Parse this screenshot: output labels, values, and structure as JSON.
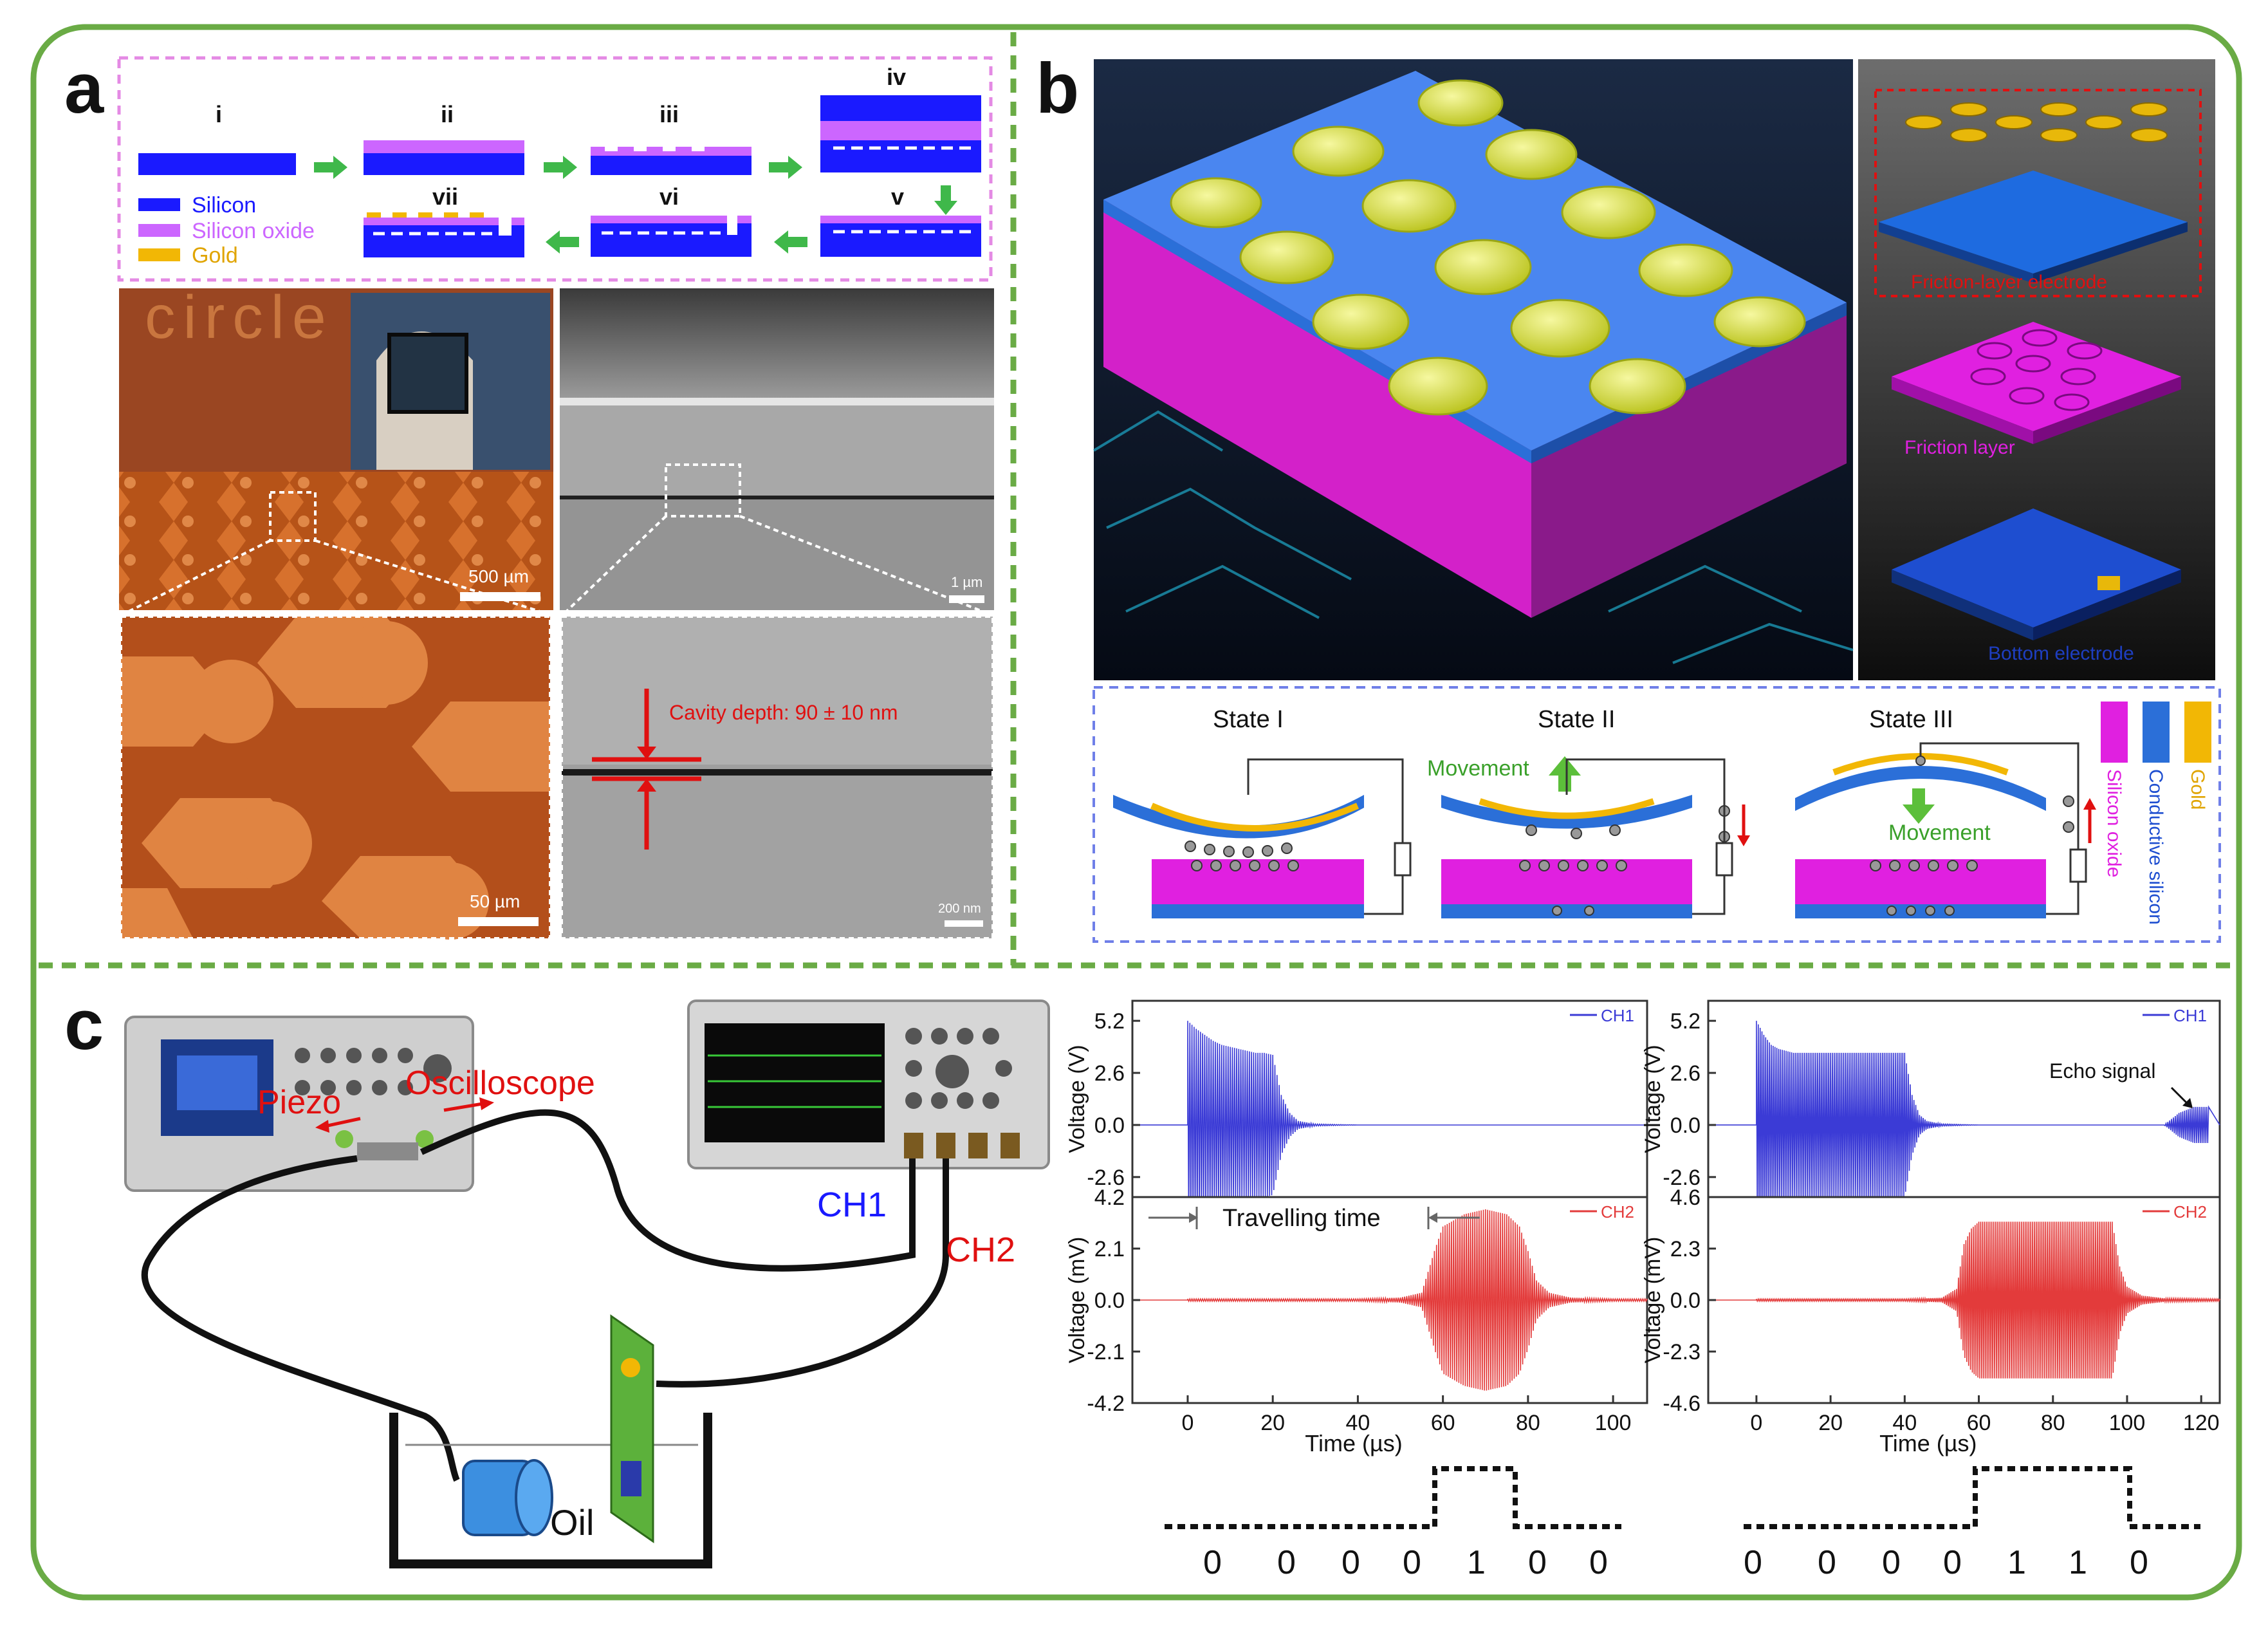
{
  "panel_labels": {
    "a": "a",
    "b": "b",
    "c": "c"
  },
  "colors": {
    "frame_green": "#6aab45",
    "silicon": "#1a1aff",
    "silicon_oxide": "#cc66ff",
    "gold": "#f2b705",
    "ch1": "#3b3bd6",
    "ch2": "#e33b3b",
    "annotation_red": "#e01010",
    "magenta_layer": "#e020e0",
    "blue_layer": "#1e56c8"
  },
  "panel_a": {
    "process_steps": [
      "i",
      "ii",
      "iii",
      "iv",
      "v",
      "vi",
      "vii"
    ],
    "legend": [
      "Silicon",
      "Silicon oxide",
      "Gold"
    ],
    "photo_text": "circle",
    "scale_bars": {
      "optical_top": "500 µm",
      "optical_zoom": "50 µm",
      "sem_top": "1 µm",
      "sem_zoom": "200 nm"
    },
    "cavity_label": "Cavity depth: 90 ± 10 nm"
  },
  "panel_b": {
    "exploded_labels": [
      "Friction-layer electrode",
      "Friction layer",
      "Bottom electrode"
    ],
    "states": [
      "State I",
      "State II",
      "State III"
    ],
    "movement": "Movement",
    "legend_vertical": [
      "Silicon oxide",
      "Conductive silicon",
      "Gold"
    ]
  },
  "panel_c": {
    "labels": {
      "piezo": "Piezo",
      "oscilloscope": "Oscilloscope",
      "ch1": "CH1",
      "ch2": "CH2",
      "oil": "Oil"
    },
    "travelling_time": "Travelling time",
    "echo_signal": "Echo signal",
    "bits_left": [
      "0",
      "0",
      "0",
      "0",
      "1",
      "0",
      "0"
    ],
    "bits_right": [
      "0",
      "0",
      "0",
      "0",
      "1",
      "1",
      "0"
    ]
  },
  "chart_data": [
    {
      "type": "line",
      "name": "left-ch1",
      "ylabel": "Voltage (V)",
      "legend": "CH1",
      "x": [
        0,
        2,
        4,
        6,
        8,
        10,
        12,
        14,
        16,
        18,
        20,
        22,
        24,
        26,
        30,
        40,
        60,
        80,
        100,
        108
      ],
      "y_envelope": [
        5.2,
        4.8,
        4.5,
        4.2,
        4.0,
        3.9,
        3.8,
        3.7,
        3.6,
        3.6,
        3.5,
        1.5,
        0.6,
        0.2,
        0.05,
        0,
        0,
        0,
        0,
        0
      ],
      "xlim": [
        -13,
        108
      ],
      "ylim": [
        -3.6,
        6.2
      ],
      "yticks": [
        "5.2",
        "2.6",
        "0.0",
        "-2.6"
      ],
      "ytick_values": [
        5.2,
        2.6,
        0.0,
        -2.6
      ]
    },
    {
      "type": "line",
      "name": "left-ch2",
      "xlabel": "Time (µs)",
      "ylabel": "Voltage (mV)",
      "legend": "CH2",
      "x": [
        0,
        40,
        50,
        55,
        58,
        60,
        65,
        70,
        75,
        78,
        80,
        82,
        85,
        90,
        100,
        108
      ],
      "y_envelope": [
        0.05,
        0.05,
        0.1,
        0.3,
        2.0,
        3.0,
        3.5,
        3.7,
        3.5,
        3.0,
        2.0,
        0.8,
        0.3,
        0.1,
        0.05,
        0.05
      ],
      "xlim": [
        -13,
        108
      ],
      "ylim": [
        -4.2,
        4.2
      ],
      "xticks": [
        "0",
        "20",
        "40",
        "60",
        "80",
        "100"
      ],
      "xtick_values": [
        0,
        20,
        40,
        60,
        80,
        100
      ],
      "yticks": [
        "4.2",
        "2.1",
        "0.0",
        "-2.1",
        "-4.2"
      ],
      "ytick_values": [
        4.2,
        2.1,
        0.0,
        -2.1,
        -4.2
      ]
    },
    {
      "type": "line",
      "name": "right-ch1",
      "ylabel": "Voltage (V)",
      "legend": "CH1",
      "x": [
        0,
        2,
        4,
        6,
        8,
        10,
        20,
        30,
        40,
        42,
        44,
        46,
        50,
        60,
        110,
        114,
        118,
        122
      ],
      "y_envelope": [
        5.2,
        4.5,
        4.0,
        3.8,
        3.7,
        3.6,
        3.6,
        3.6,
        3.6,
        1.5,
        0.5,
        0.2,
        0.05,
        0,
        0,
        0.6,
        0.9,
        0.9
      ],
      "xlim": [
        -13,
        125
      ],
      "ylim": [
        -3.6,
        6.2
      ],
      "yticks": [
        "5.2",
        "2.6",
        "0.0",
        "-2.6"
      ],
      "ytick_values": [
        5.2,
        2.6,
        0.0,
        -2.6
      ]
    },
    {
      "type": "line",
      "name": "right-ch2",
      "xlabel": "Time (µs)",
      "ylabel": "Voltage (mV)",
      "legend": "CH2",
      "x": [
        0,
        40,
        50,
        54,
        56,
        58,
        60,
        70,
        80,
        90,
        96,
        98,
        100,
        104,
        110,
        125
      ],
      "y_envelope": [
        0.05,
        0.05,
        0.1,
        0.5,
        2.5,
        3.2,
        3.5,
        3.5,
        3.5,
        3.5,
        3.5,
        1.5,
        0.6,
        0.2,
        0.08,
        0.05
      ],
      "xlim": [
        -13,
        125
      ],
      "ylim": [
        -4.6,
        4.6
      ],
      "xticks": [
        "0",
        "20",
        "40",
        "60",
        "80",
        "100",
        "120"
      ],
      "xtick_values": [
        0,
        20,
        40,
        60,
        80,
        100,
        120
      ],
      "yticks": [
        "4.6",
        "2.3",
        "0.0",
        "-2.3",
        "-4.6"
      ],
      "ytick_values": [
        4.6,
        2.3,
        0.0,
        -2.3,
        -4.6
      ]
    }
  ]
}
